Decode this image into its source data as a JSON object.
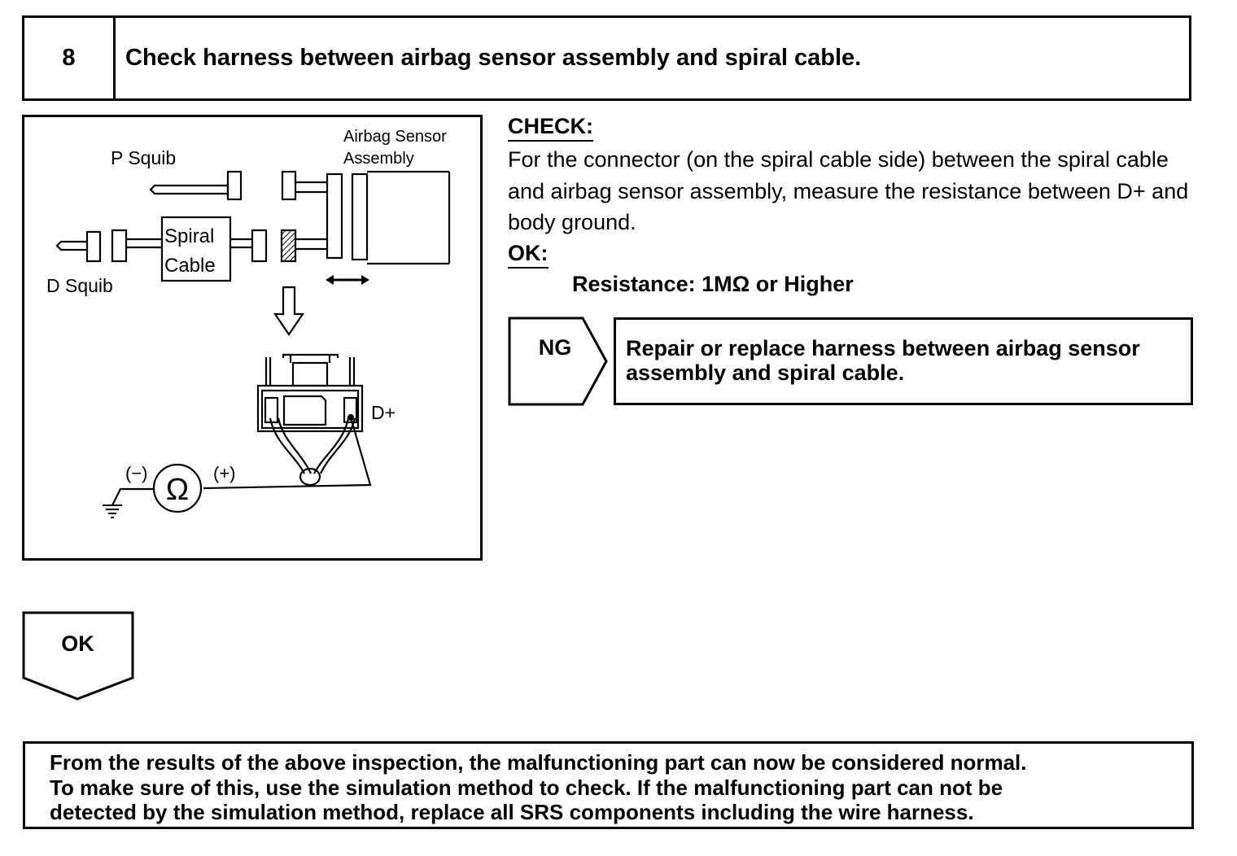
{
  "step": {
    "number": "8",
    "title": "Check harness between airbag sensor assembly and spiral cable."
  },
  "diagram": {
    "label_airbag_sensor_line1": "Airbag Sensor",
    "label_airbag_sensor_line2": "Assembly",
    "label_p_squib": "P Squib",
    "label_d_squib": "D Squib",
    "label_spiral": "Spiral",
    "label_cable": "Cable",
    "label_d_plus": "D+",
    "label_minus": "(−)",
    "label_plus": "(+)",
    "ohm_symbol": "Ω"
  },
  "check": {
    "label": "CHECK:",
    "text": "For the connector (on the spiral cable side) between the spiral cable and airbag sensor assembly, measure the resistance between D+ and body ground."
  },
  "ok": {
    "label": "OK:",
    "spec": "Resistance:  1MΩ or Higher"
  },
  "ng": {
    "label": "NG",
    "action": "Repair or replace harness between airbag sensor assembly and spiral cable."
  },
  "ok_branch": {
    "label": "OK"
  },
  "result": {
    "line1": "From the results of the above inspection, the malfunctioning part can now be considered normal.",
    "line2": "To make sure of this, use the simulation method to check. If the malfunctioning part can not be",
    "line3": "detected by the simulation method, replace all SRS components including the wire harness."
  }
}
